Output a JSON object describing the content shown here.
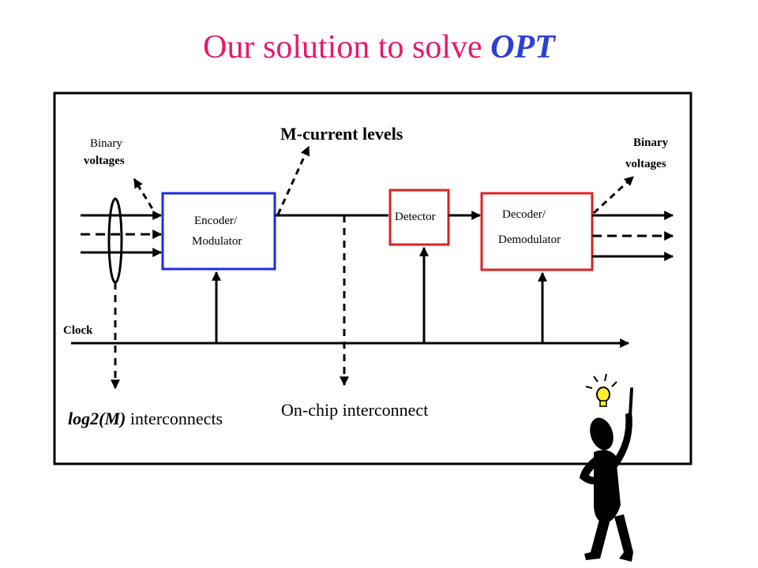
{
  "slide": {
    "title_plain": "Our solution to solve ",
    "title_emph": "OPT"
  },
  "diagram": {
    "binary_in_l1": "Binary",
    "binary_in_l2": "voltages",
    "binary_out_l1": "Binary",
    "binary_out_l2": "voltages",
    "m_current": "M-current levels",
    "encoder_l1": "Encoder/",
    "encoder_l2": "Modulator",
    "detector": "Detector",
    "decoder_l1": "Decoder/",
    "decoder_l2": "Demodulator",
    "clock": "Clock",
    "log2m": "log2(M)",
    "interconnects": " interconnects",
    "onchip": "On-chip interconnect",
    "colors": {
      "title": "#e8186d",
      "title_emph": "#2b3fd6",
      "encoder_border": "#1b2ee0",
      "detector_border": "#e02020",
      "decoder_border": "#e02020",
      "bulb": "#ffee33"
    }
  },
  "clipart": {
    "icon": "thinking-stick-figure-with-lightbulb"
  }
}
